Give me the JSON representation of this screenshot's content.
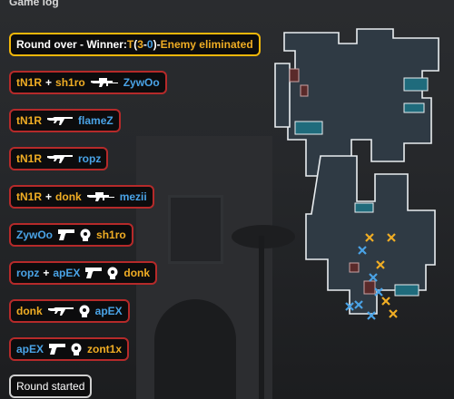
{
  "header": {
    "title": "Game log"
  },
  "round_over": {
    "prefix": "Round over - Winner: ",
    "team": "T",
    "open": " (",
    "t_score": "3",
    "dash": " - ",
    "ct_score": "0",
    "close": ")",
    "sep": " - ",
    "reason": "Enemy eliminated"
  },
  "kills": [
    {
      "killer": "tN1R",
      "plus": "+",
      "assist": "sh1ro",
      "weapon": "awp-icon",
      "victim": "ZywOo"
    },
    {
      "killer": "tN1R",
      "weapon": "ak47-icon",
      "victim": "flameZ"
    },
    {
      "killer": "tN1R",
      "weapon": "ak47-icon",
      "victim": "ropz"
    },
    {
      "killer": "tN1R",
      "plus": "+",
      "assist": "donk",
      "weapon": "awp-icon",
      "victim": "mezii"
    },
    {
      "killer": "ZywOo",
      "weapon": "pistol-icon",
      "extra": "headshot-icon",
      "victim": "sh1ro"
    },
    {
      "killer": "ropz",
      "plus": "+",
      "assist": "apEX",
      "weapon": "pistol-icon",
      "extra": "headshot-icon",
      "victim": "donk"
    },
    {
      "killer": "donk",
      "weapon": "ak47-icon",
      "extra": "headshot-icon",
      "victim": "apEX"
    },
    {
      "killer": "apEX",
      "weapon": "pistol-icon",
      "extra": "headshot-icon",
      "victim": "zont1x"
    }
  ],
  "round_started": "Round started",
  "colors": {
    "t_side": "#f0ad24",
    "ct_side": "#4aa3e6",
    "kill_border": "#b52a2a",
    "winner_border": "#f2b70a"
  },
  "minimap": {
    "t_death_markers": 5,
    "ct_death_markers": 6
  }
}
